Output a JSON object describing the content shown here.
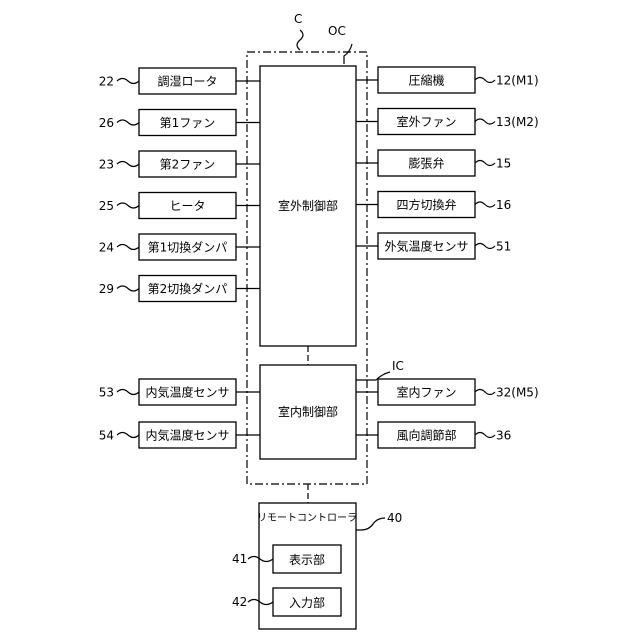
{
  "group_labels": {
    "control": "C",
    "outdoor_group": "OC",
    "indoor_group": "IC"
  },
  "outdoor_controller": {
    "label": "室外制御部"
  },
  "indoor_controller": {
    "label": "室内制御部"
  },
  "left_outdoor": [
    {
      "label": "調湿ロータ",
      "ref": "22"
    },
    {
      "label": "第1ファン",
      "ref": "26"
    },
    {
      "label": "第2ファン",
      "ref": "23"
    },
    {
      "label": "ヒータ",
      "ref": "25"
    },
    {
      "label": "第1切換ダンパ",
      "ref": "24"
    },
    {
      "label": "第2切換ダンパ",
      "ref": "29"
    }
  ],
  "right_outdoor": [
    {
      "label": "圧縮機",
      "ref": "12(M1)"
    },
    {
      "label": "室外ファン",
      "ref": "13(M2)"
    },
    {
      "label": "膨張弁",
      "ref": "15"
    },
    {
      "label": "四方切換弁",
      "ref": "16"
    },
    {
      "label": "外気温度センサ",
      "ref": "51"
    }
  ],
  "left_indoor": [
    {
      "label": "内気温度センサ",
      "ref": "53"
    },
    {
      "label": "内気温度センサ",
      "ref": "54"
    }
  ],
  "right_indoor": [
    {
      "label": "室内ファン",
      "ref": "32(M5)"
    },
    {
      "label": "風向調節部",
      "ref": "36"
    }
  ],
  "remote": {
    "label": "リモートコントローラ",
    "ref": "40",
    "display": {
      "label": "表示部",
      "ref": "41"
    },
    "input": {
      "label": "入力部",
      "ref": "42"
    }
  }
}
